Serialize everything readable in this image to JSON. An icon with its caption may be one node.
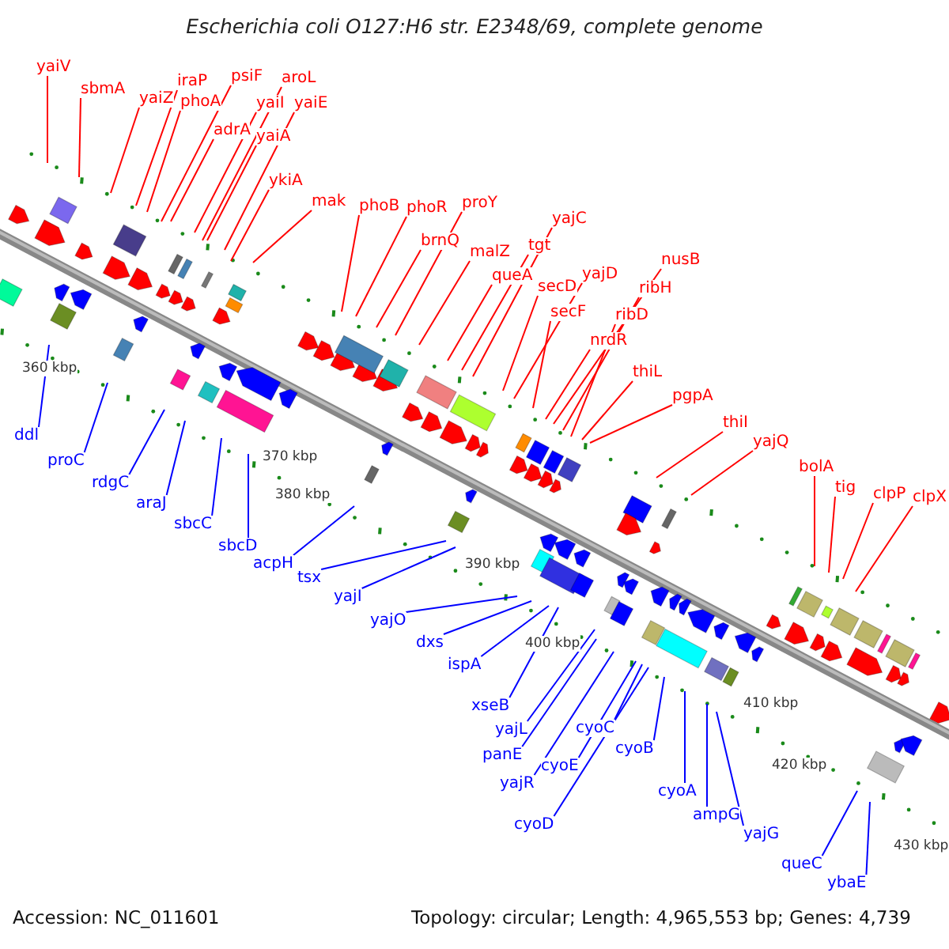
{
  "diagram": {
    "title": "Escherichia coli O127:H6 str. E2348/69, complete genome",
    "nodes": [
      {
        "text": [
          "yaiV"
        ]
      },
      {
        "text": [
          "sbmA"
        ]
      },
      {
        "text": [
          "yaiZ"
        ]
      },
      {
        "text": [
          "iraP"
        ]
      },
      {
        "text": [
          "phoA"
        ]
      },
      {
        "text": [
          "psiF"
        ]
      },
      {
        "text": [
          "aroL"
        ]
      },
      {
        "text": [
          "yaiI"
        ]
      },
      {
        "text": [
          "yaiE"
        ]
      },
      {
        "text": [
          "adrA"
        ]
      },
      {
        "text": [
          "yaiA"
        ]
      },
      {
        "text": [
          "ykiA"
        ]
      },
      {
        "text": [
          "mak"
        ]
      },
      {
        "text": [
          "phoB"
        ]
      },
      {
        "text": [
          "phoR"
        ]
      },
      {
        "text": [
          "proY"
        ]
      },
      {
        "text": [
          "brnQ"
        ]
      },
      {
        "text": [
          "malZ"
        ]
      },
      {
        "text": [
          "queA"
        ]
      },
      {
        "text": [
          "tgt"
        ]
      },
      {
        "text": [
          "yajC"
        ]
      },
      {
        "text": [
          "secD"
        ]
      },
      {
        "text": [
          "yajD"
        ]
      },
      {
        "text": [
          "secF"
        ]
      },
      {
        "text": [
          "nusB"
        ]
      },
      {
        "text": [
          "ribH"
        ]
      },
      {
        "text": [
          "ribD"
        ]
      },
      {
        "text": [
          "nrdR"
        ]
      },
      {
        "text": [
          "thiL"
        ]
      },
      {
        "text": [
          "pgpA"
        ]
      },
      {
        "text": [
          "thiI"
        ]
      },
      {
        "text": [
          "yajQ"
        ]
      },
      {
        "text": [
          "bolA"
        ]
      },
      {
        "text": [
          "tig"
        ]
      },
      {
        "text": [
          "clpP"
        ]
      },
      {
        "text": [
          "clpX"
        ]
      },
      {
        "text": [
          "ddl"
        ]
      },
      {
        "text": [
          "proC"
        ]
      },
      {
        "text": [
          "rdgC"
        ]
      },
      {
        "text": [
          "araJ"
        ]
      },
      {
        "text": [
          "sbcC"
        ]
      },
      {
        "text": [
          "sbcD"
        ]
      },
      {
        "text": [
          "acpH"
        ]
      },
      {
        "text": [
          "tsx"
        ]
      },
      {
        "text": [
          "yajI"
        ]
      },
      {
        "text": [
          "yajO"
        ]
      },
      {
        "text": [
          "dxs"
        ]
      },
      {
        "text": [
          "ispA"
        ]
      },
      {
        "text": [
          "xseB"
        ]
      },
      {
        "text": [
          "yajL"
        ]
      },
      {
        "text": [
          "panE"
        ]
      },
      {
        "text": [
          "cyoC"
        ]
      },
      {
        "text": [
          "cyoE"
        ]
      },
      {
        "text": [
          "yajR"
        ]
      },
      {
        "text": [
          "cyoB"
        ]
      },
      {
        "text": [
          "cyoD"
        ]
      },
      {
        "text": [
          "cyoA"
        ]
      },
      {
        "text": [
          "ampG"
        ]
      },
      {
        "text": [
          "yajG"
        ]
      },
      {
        "text": [
          "queC"
        ]
      },
      {
        "text": [
          "ybaE"
        ]
      }
    ],
    "edges": [
      {
        "from": 0,
        "to": null,
        "arrow": "none"
      },
      {
        "from": 1,
        "to": null,
        "arrow": "none"
      },
      {
        "from": 2,
        "to": null,
        "arrow": "none"
      },
      {
        "from": 3,
        "to": null,
        "arrow": "none"
      },
      {
        "from": 4,
        "to": null,
        "arrow": "none"
      },
      {
        "from": 5,
        "to": null,
        "arrow": "none"
      },
      {
        "from": 6,
        "to": null,
        "arrow": "none"
      },
      {
        "from": 7,
        "to": null,
        "arrow": "none"
      },
      {
        "from": 8,
        "to": null,
        "arrow": "none"
      },
      {
        "from": 9,
        "to": null,
        "arrow": "none"
      },
      {
        "from": 10,
        "to": null,
        "arrow": "none"
      },
      {
        "from": 11,
        "to": null,
        "arrow": "none"
      },
      {
        "from": 12,
        "to": null,
        "arrow": "none"
      },
      {
        "from": 13,
        "to": null,
        "arrow": "none"
      },
      {
        "from": 14,
        "to": null,
        "arrow": "none"
      },
      {
        "from": 15,
        "to": null,
        "arrow": "none"
      },
      {
        "from": 16,
        "to": null,
        "arrow": "none"
      },
      {
        "from": 17,
        "to": null,
        "arrow": "none"
      },
      {
        "from": 18,
        "to": null,
        "arrow": "none"
      },
      {
        "from": 19,
        "to": null,
        "arrow": "none"
      },
      {
        "from": 20,
        "to": null,
        "arrow": "none"
      },
      {
        "from": 21,
        "to": null,
        "arrow": "none"
      },
      {
        "from": 22,
        "to": null,
        "arrow": "none"
      },
      {
        "from": 23,
        "to": null,
        "arrow": "none"
      },
      {
        "from": 24,
        "to": null,
        "arrow": "none"
      },
      {
        "from": 25,
        "to": null,
        "arrow": "none"
      },
      {
        "from": 26,
        "to": null,
        "arrow": "none"
      },
      {
        "from": 27,
        "to": null,
        "arrow": "none"
      },
      {
        "from": 28,
        "to": null,
        "arrow": "none"
      },
      {
        "from": 29,
        "to": null,
        "arrow": "none"
      },
      {
        "from": 30,
        "to": null,
        "arrow": "none"
      },
      {
        "from": 31,
        "to": null,
        "arrow": "none"
      },
      {
        "from": 32,
        "to": null,
        "arrow": "none"
      },
      {
        "from": 33,
        "to": null,
        "arrow": "none"
      },
      {
        "from": 34,
        "to": null,
        "arrow": "none"
      },
      {
        "from": 35,
        "to": null,
        "arrow": "none"
      },
      {
        "from": 36,
        "to": null,
        "arrow": "none",
        "color": "#0000ff"
      },
      {
        "from": 37,
        "to": null,
        "arrow": "none",
        "color": "#0000ff"
      },
      {
        "from": 38,
        "to": null,
        "arrow": "none",
        "color": "#0000ff"
      },
      {
        "from": 39,
        "to": null,
        "arrow": "none",
        "color": "#0000ff"
      },
      {
        "from": 40,
        "to": null,
        "arrow": "none",
        "color": "#0000ff"
      },
      {
        "from": 41,
        "to": null,
        "arrow": "none",
        "color": "#0000ff"
      },
      {
        "from": 42,
        "to": null,
        "arrow": "none",
        "color": "#0000ff"
      },
      {
        "from": 43,
        "to": null,
        "arrow": "none",
        "color": "#0000ff"
      },
      {
        "from": 44,
        "to": null,
        "arrow": "none",
        "color": "#0000ff"
      },
      {
        "from": 45,
        "to": null,
        "arrow": "none",
        "color": "#0000ff"
      },
      {
        "from": 46,
        "to": null,
        "arrow": "none",
        "color": "#0000ff"
      },
      {
        "from": 47,
        "to": null,
        "arrow": "none",
        "color": "#0000ff"
      },
      {
        "from": 48,
        "to": null,
        "arrow": "none",
        "color": "#0000ff"
      },
      {
        "from": 49,
        "to": null,
        "arrow": "none",
        "color": "#0000ff"
      },
      {
        "from": 50,
        "to": null,
        "arrow": "none",
        "color": "#0000ff"
      },
      {
        "from": 51,
        "to": null,
        "arrow": "none",
        "color": "#0000ff"
      },
      {
        "from": 52,
        "to": null,
        "arrow": "none",
        "color": "#0000ff"
      },
      {
        "from": 53,
        "to": null,
        "arrow": "none",
        "color": "#0000ff"
      },
      {
        "from": 54,
        "to": null,
        "arrow": "none",
        "color": "#0000ff"
      },
      {
        "from": 55,
        "to": null,
        "arrow": "none",
        "color": "#0000ff"
      },
      {
        "from": 56,
        "to": null,
        "arrow": "none",
        "color": "#0000ff"
      },
      {
        "from": 57,
        "to": null,
        "arrow": "none",
        "color": "#0000ff"
      },
      {
        "from": 58,
        "to": null,
        "arrow": "none",
        "color": "#0000ff"
      },
      {
        "from": 59,
        "to": null,
        "arrow": "none",
        "color": "#0000ff"
      },
      {
        "from": 60,
        "to": null,
        "arrow": "none",
        "color": "#0000ff"
      }
    ],
    "labels": [
      "360 kbp",
      "370 kbp",
      "380 kbp",
      "390 kbp",
      "400 kbp",
      "410 kbp",
      "420 kbp",
      "430 kbp",
      "Accession: NC_011601",
      "Topology: circular; Length: 4,965,553 bp; Genes: 4,739"
    ]
  }
}
